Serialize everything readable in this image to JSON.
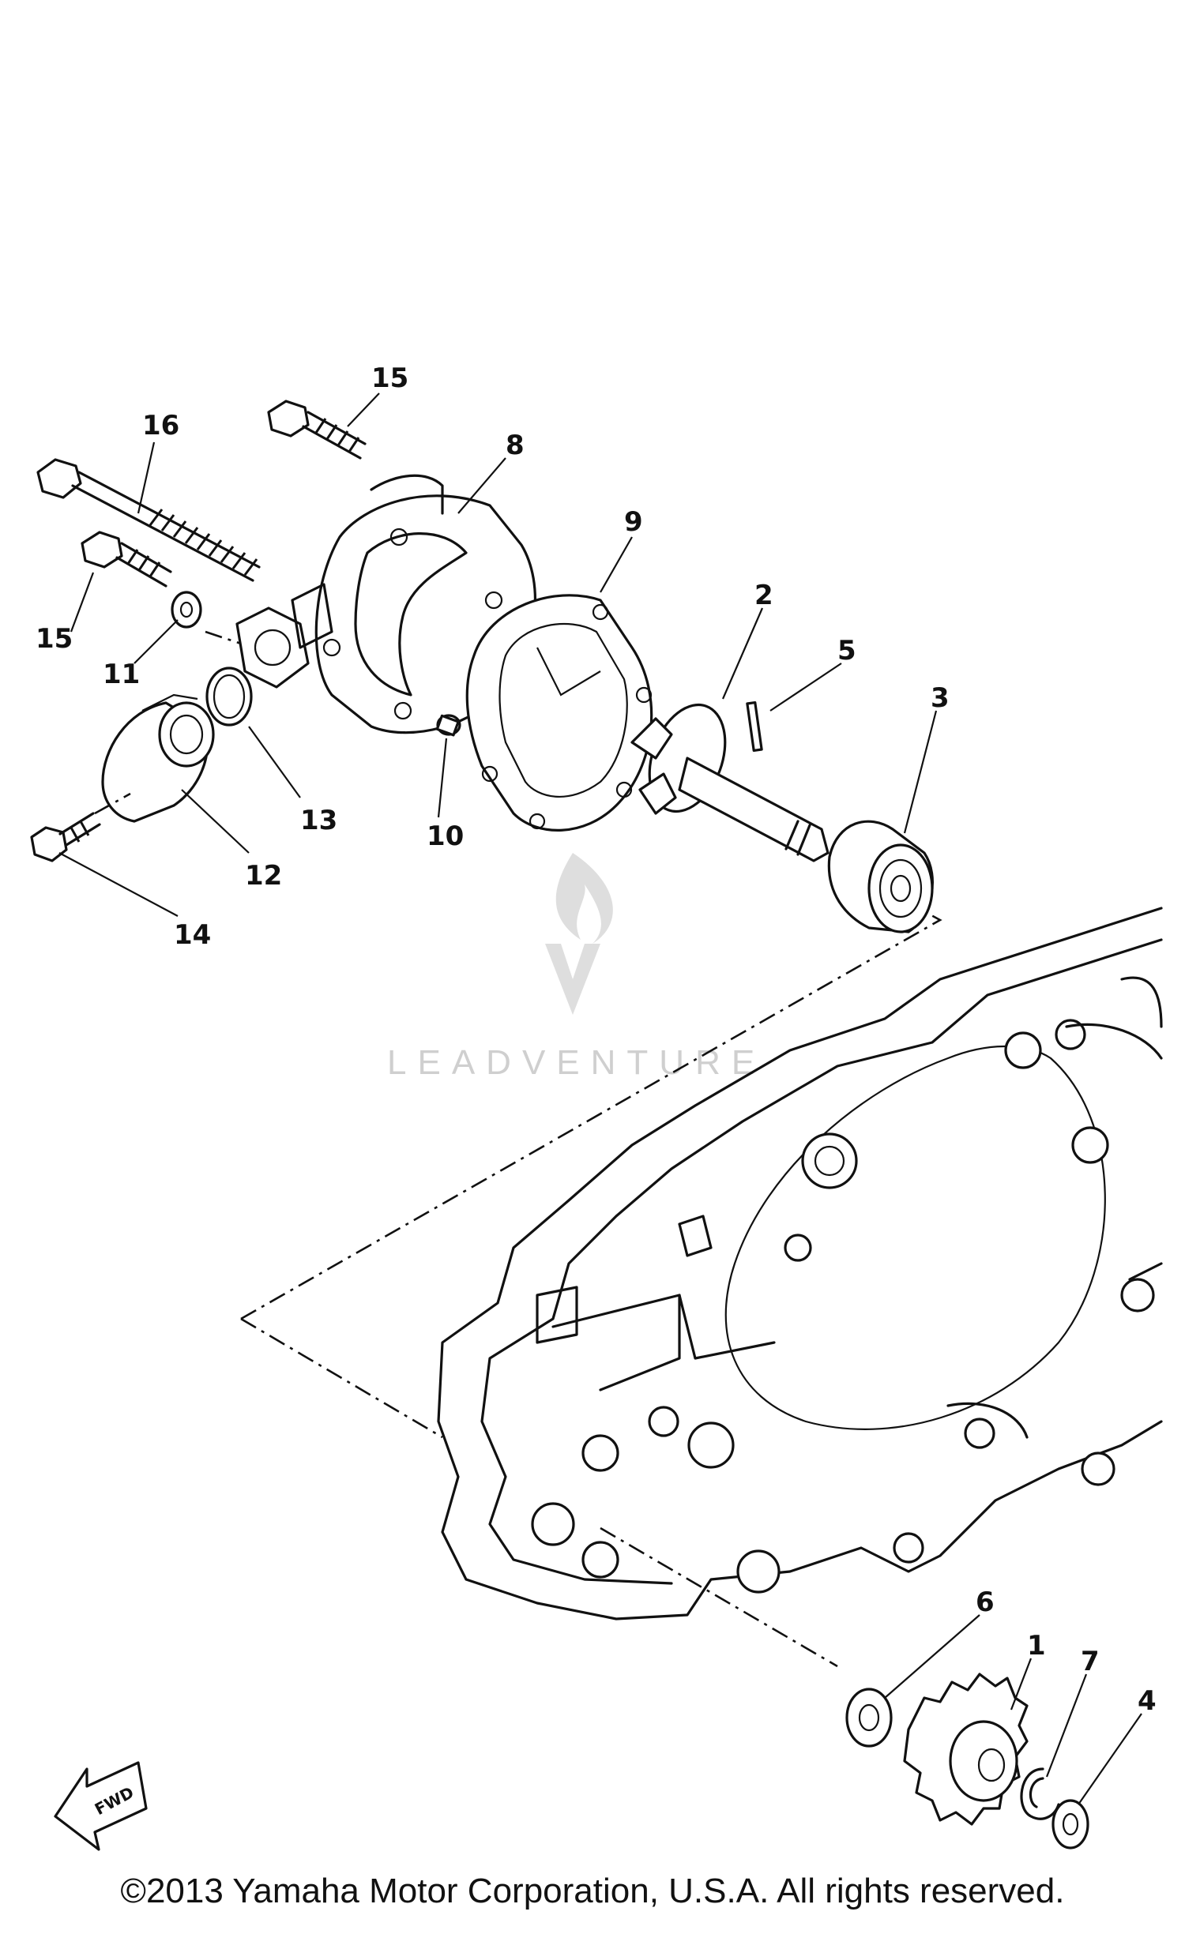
{
  "diagram": {
    "callouts": {
      "c1": "1",
      "c2": "2",
      "c3": "3",
      "c4": "4",
      "c5": "5",
      "c6": "6",
      "c7": "7",
      "c8": "8",
      "c9": "9",
      "c10": "10",
      "c11": "11",
      "c12": "12",
      "c13": "13",
      "c14": "14",
      "c15a": "15",
      "c15b": "15",
      "c16": "16"
    },
    "fwd_label": "FWD"
  },
  "watermark": {
    "text": "LEADVENTURE"
  },
  "copyright": {
    "text": "©2013 Yamaha Motor Corporation, U.S.A. All rights reserved."
  }
}
